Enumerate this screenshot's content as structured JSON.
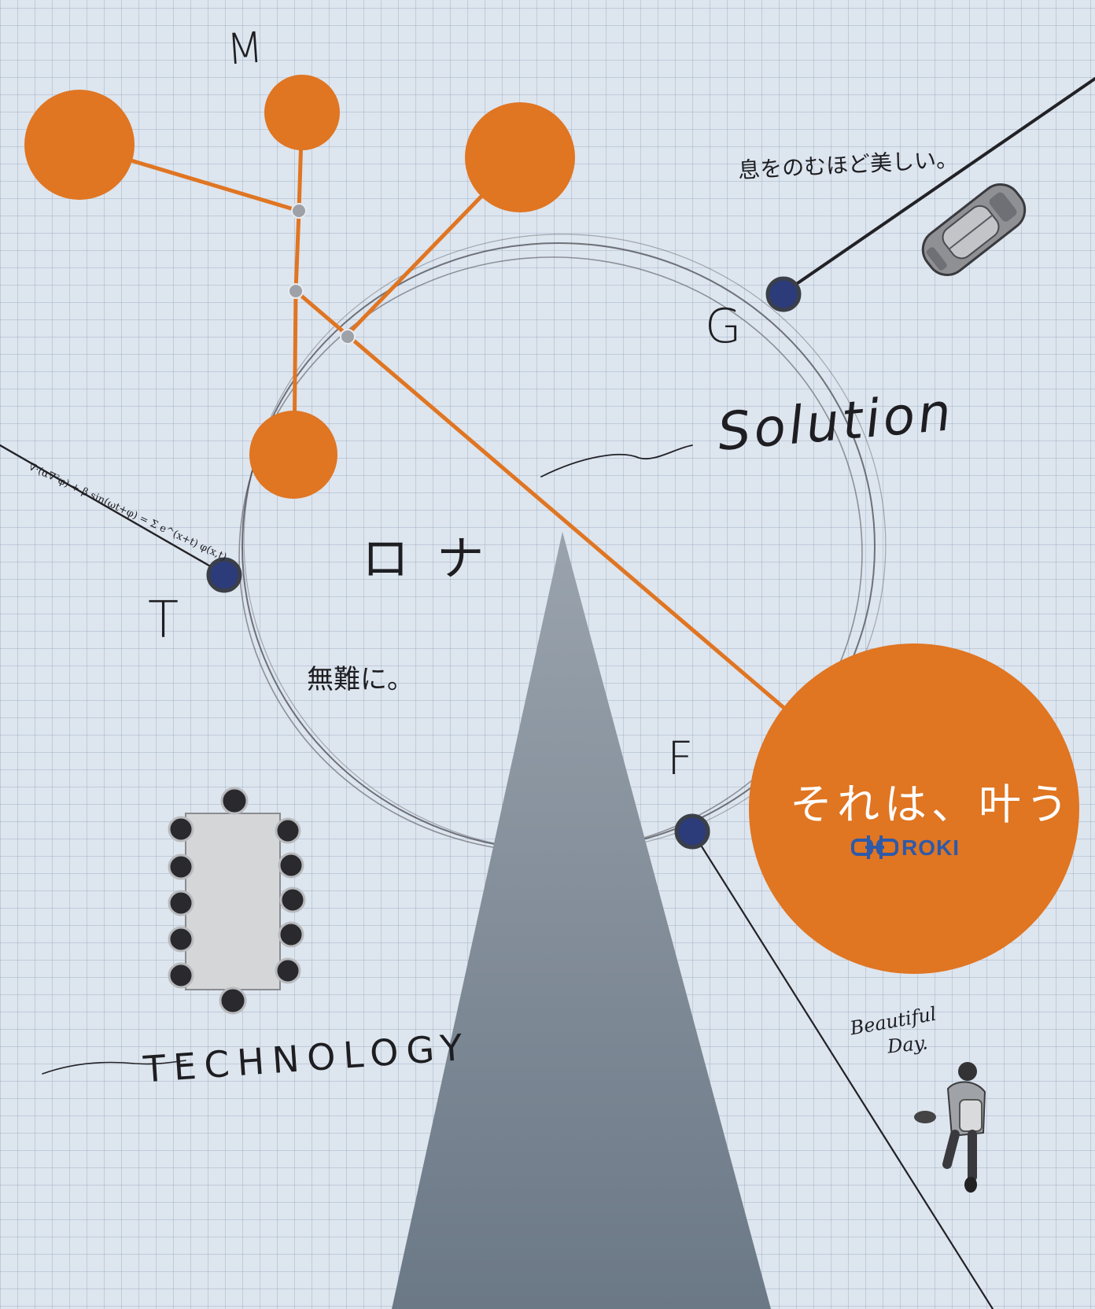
{
  "poster": {
    "labels": {
      "m": "M",
      "g": "G",
      "t": "T",
      "f": "F",
      "roto": "ロ ナ",
      "solution": "Solution",
      "technology": "TECHNOLOGY",
      "ikiwo": "息をのむほど美しい。",
      "munan": "無難に。",
      "beautiful": "Beautiful",
      "day": "Day.",
      "equation": "∇·(α∇²φ) + β sin(ωt+φ) = Σ e^(x+t) φ(x,t)"
    },
    "tagline": "それは、叶う",
    "logo": {
      "text": "ROKI",
      "color": "#2e5aa8"
    },
    "colors": {
      "accent": "#e07522",
      "node": "#2c3b7a",
      "pyramid_top": "#9aa3ad",
      "pyramid_bottom": "#6b7886",
      "grid_background": "#dde5ee"
    },
    "icons": [
      "car-illustration",
      "meeting-table-illustration",
      "walking-person-illustration"
    ]
  }
}
